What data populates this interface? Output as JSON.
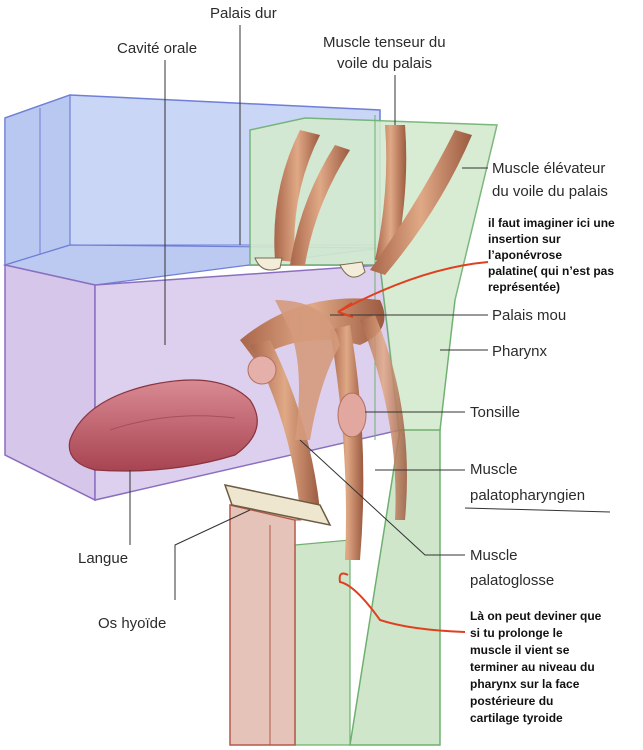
{
  "labels": {
    "palais_dur": "Palais dur",
    "cavite_orale": "Cavité orale",
    "muscle_tenseur_l1": "Muscle tenseur du",
    "muscle_tenseur_l2": "voile du palais",
    "muscle_elevateur_l1": "Muscle élévateur",
    "muscle_elevateur_l2": "du voile du palais",
    "palais_mou": "Palais mou",
    "pharynx": "Pharynx",
    "tonsille": "Tonsille",
    "palatopharyngien_l1": "Muscle",
    "palatopharyngien_l2": "palatopharyngien",
    "palatoglosse_l1": "Muscle",
    "palatoglosse_l2": "palatoglosse",
    "langue": "Langue",
    "os_hyoide": "Os hyoïde"
  },
  "notes": {
    "insertion": [
      "il faut imaginer ici une",
      "insertion sur",
      "l’aponévrose",
      "palatine( qui n’est pas",
      "représentée)"
    ],
    "prolonge": [
      "Là on peut deviner que",
      "si tu prolonge le",
      "muscle il vient se",
      "terminer au niveau du",
      "pharynx sur la face",
      "postérieure du",
      "cartilage tyroide"
    ]
  },
  "colors": {
    "blue_box": "#6f7fd6",
    "blue_fill": "#c9d6f5",
    "purple_box": "#8a6fbf",
    "purple_fill": "#ddd0ee",
    "green_box": "#6fb070",
    "green_fill": "#d3ebcf",
    "red_box": "#b05a4a",
    "red_fill": "#e8c7bd",
    "muscle": "#c98c6c",
    "tongue": "#c8606d",
    "annotation": "#e0401f"
  }
}
